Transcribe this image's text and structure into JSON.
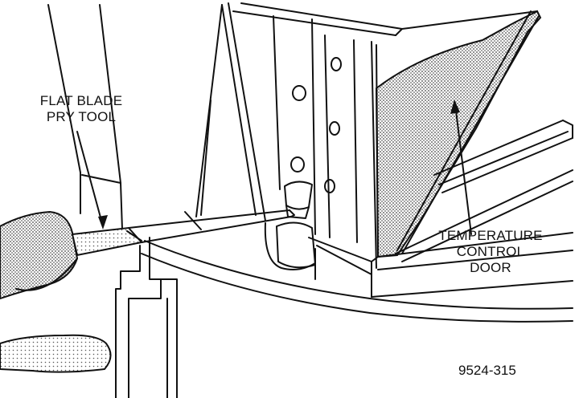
{
  "labels": {
    "tool_line1": "FLAT BLADE",
    "tool_line2": "PRY TOOL",
    "door_line1": "TEMPERATURE",
    "door_line2": "CONTROL",
    "door_line3": "DOOR"
  },
  "figure_id": "9524-315",
  "colors": {
    "ink": "#111111",
    "stipple": "#777777",
    "background": "#ffffff"
  }
}
